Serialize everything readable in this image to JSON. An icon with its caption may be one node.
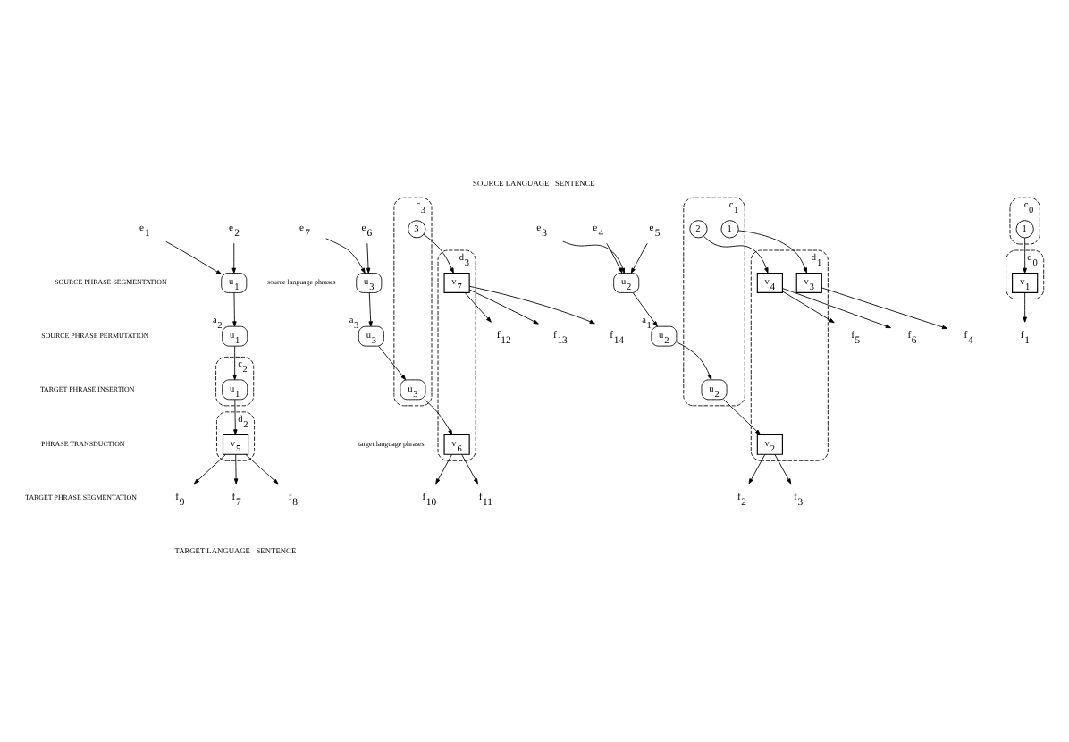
{
  "diagram": {
    "title": "SOURCE LANGUAGE   SENTENCE",
    "caption": "TARGET LANGUAGE   SENTENCE",
    "nodes": [
      {
        "text": [
          "e$_{1}$"
        ]
      },
      {
        "text": [
          "e$_{2}$"
        ]
      },
      {
        "text": [
          "e$_{3}$"
        ]
      },
      {
        "text": [
          "e$_{4}$"
        ]
      },
      {
        "text": [
          "e$_{5}$"
        ]
      },
      {
        "text": [
          "e$_{6}$"
        ]
      },
      {
        "text": [
          "e$_{7}$"
        ]
      },
      {
        "text": [
          "u$_{1}$"
        ]
      },
      {
        "text": [
          "u$_{2}$"
        ]
      },
      {
        "text": [
          "u$_{3}$"
        ]
      },
      {
        "text": [
          "u$_{2}$"
        ],
        "beside": [
          "a$_{1}$"
        ]
      },
      {
        "text": [
          "u$_{1}$"
        ],
        "beside": [
          "a$_{2}$"
        ]
      },
      {
        "text": [
          "u$_{3}$"
        ],
        "beside": [
          "a$_{3}$"
        ]
      },
      {
        "text": [
          "c$_{0}$"
        ]
      },
      {
        "text": [
          "1"
        ],
        "in": 13
      },
      {
        "text": [
          "c$_{1}$"
        ]
      },
      {
        "text": [
          "u$_{2}$"
        ],
        "in": 15
      },
      {
        "text": [
          "1"
        ],
        "in": 15
      },
      {
        "text": [
          "2"
        ],
        "in": 15
      },
      {
        "text": [
          "c$_{2}$"
        ]
      },
      {
        "text": [
          "u$_{1}$"
        ],
        "in": 19
      },
      {
        "text": [
          "c$_{3}$"
        ]
      },
      {
        "text": [
          "u$_{3}$"
        ],
        "in": 21
      },
      {
        "text": [
          "3"
        ],
        "in": 21
      },
      {
        "text": [
          "d$_{0}$"
        ]
      },
      {
        "text": [
          "v$_{1}$"
        ],
        "in": 24
      },
      {
        "text": [
          "d$_{1}$"
        ]
      },
      {
        "text": [
          "v$_{2}$"
        ],
        "in": 26
      },
      {
        "text": [
          "v$_{3}$"
        ],
        "in": 26
      },
      {
        "text": [
          "v$_{4}$"
        ],
        "in": 26
      },
      {
        "text": [
          "d$_{2}$"
        ]
      },
      {
        "text": [
          "v$_{5}$"
        ],
        "in": 30
      },
      {
        "text": [
          "d$_{3}$"
        ]
      },
      {
        "text": [
          "v$_{6}$"
        ],
        "in": 32
      },
      {
        "text": [
          "v$_{7}$"
        ],
        "in": 32
      },
      {
        "text": [
          "f$_{1}$"
        ]
      },
      {
        "text": [
          "f$_{2}$"
        ]
      },
      {
        "text": [
          "f$_{3}$"
        ]
      },
      {
        "text": [
          "f$_{4}$"
        ]
      },
      {
        "text": [
          "f$_{5}$"
        ]
      },
      {
        "text": [
          "f$_{6}$"
        ]
      },
      {
        "text": [
          "f$_{7}$"
        ]
      },
      {
        "text": [
          "f$_{8}$"
        ]
      },
      {
        "text": [
          "f$_{9}$"
        ]
      },
      {
        "text": [
          "f$_{10}$"
        ]
      },
      {
        "text": [
          "f$_{11}$"
        ]
      },
      {
        "text": [
          "f$_{12}$"
        ]
      },
      {
        "text": [
          "f$_{13}$"
        ]
      },
      {
        "text": [
          "f$_{14}$"
        ]
      }
    ],
    "edges": [
      {
        "from": 0,
        "to": 7,
        "arrow": "to"
      },
      {
        "from": 1,
        "to": 7,
        "arrow": "to"
      },
      {
        "from": 2,
        "to": 8,
        "arrow": "to"
      },
      {
        "from": 3,
        "to": 8,
        "arrow": "to"
      },
      {
        "from": 4,
        "to": 8,
        "arrow": "to"
      },
      {
        "from": 5,
        "to": 9,
        "arrow": "to"
      },
      {
        "from": 6,
        "to": 9,
        "arrow": "to"
      },
      {
        "from": 7,
        "to": 11,
        "arrow": "to"
      },
      {
        "from": 8,
        "to": 10,
        "arrow": "to"
      },
      {
        "from": 9,
        "to": 12,
        "arrow": "to"
      },
      {
        "from": 10,
        "to": 16,
        "arrow": "to"
      },
      {
        "from": 11,
        "to": 20,
        "arrow": "to"
      },
      {
        "from": 12,
        "to": 22,
        "arrow": "to"
      },
      {
        "from": 14,
        "to": 25,
        "arrow": "to"
      },
      {
        "from": 16,
        "to": 27,
        "arrow": "to"
      },
      {
        "from": 17,
        "to": 28,
        "arrow": "to"
      },
      {
        "from": 18,
        "to": 29,
        "arrow": "to"
      },
      {
        "from": 20,
        "to": 31,
        "arrow": "to"
      },
      {
        "from": 22,
        "to": 33,
        "arrow": "to"
      },
      {
        "from": 23,
        "to": 34,
        "arrow": "to"
      },
      {
        "from": 25,
        "to": 35,
        "arrow": "to"
      },
      {
        "from": 27,
        "to": 36,
        "arrow": "to"
      },
      {
        "from": 27,
        "to": 37,
        "arrow": "to"
      },
      {
        "from": 28,
        "to": 38,
        "arrow": "to"
      },
      {
        "from": 29,
        "to": 39,
        "arrow": "to"
      },
      {
        "from": 29,
        "to": 40,
        "arrow": "to"
      },
      {
        "from": 31,
        "to": 41,
        "arrow": "to"
      },
      {
        "from": 31,
        "to": 42,
        "arrow": "to"
      },
      {
        "from": 31,
        "to": 43,
        "arrow": "to"
      },
      {
        "from": 33,
        "to": 44,
        "arrow": "to"
      },
      {
        "from": 33,
        "to": 45,
        "arrow": "to"
      },
      {
        "from": 34,
        "to": 46,
        "arrow": "to"
      },
      {
        "from": 34,
        "to": 47,
        "arrow": "to"
      },
      {
        "from": 34,
        "to": 48,
        "arrow": "to"
      }
    ],
    "labels": [
      "SOURCE PHRASE SEGMENTATION",
      "source language phrases",
      "SOURCE PHRASE PERMUTATION",
      "TARGET PHRASE INSERTION",
      "PHRASE TRANSDUCTION",
      "target language phrases",
      "TARGET PHRASE SEGMENTATION"
    ]
  }
}
